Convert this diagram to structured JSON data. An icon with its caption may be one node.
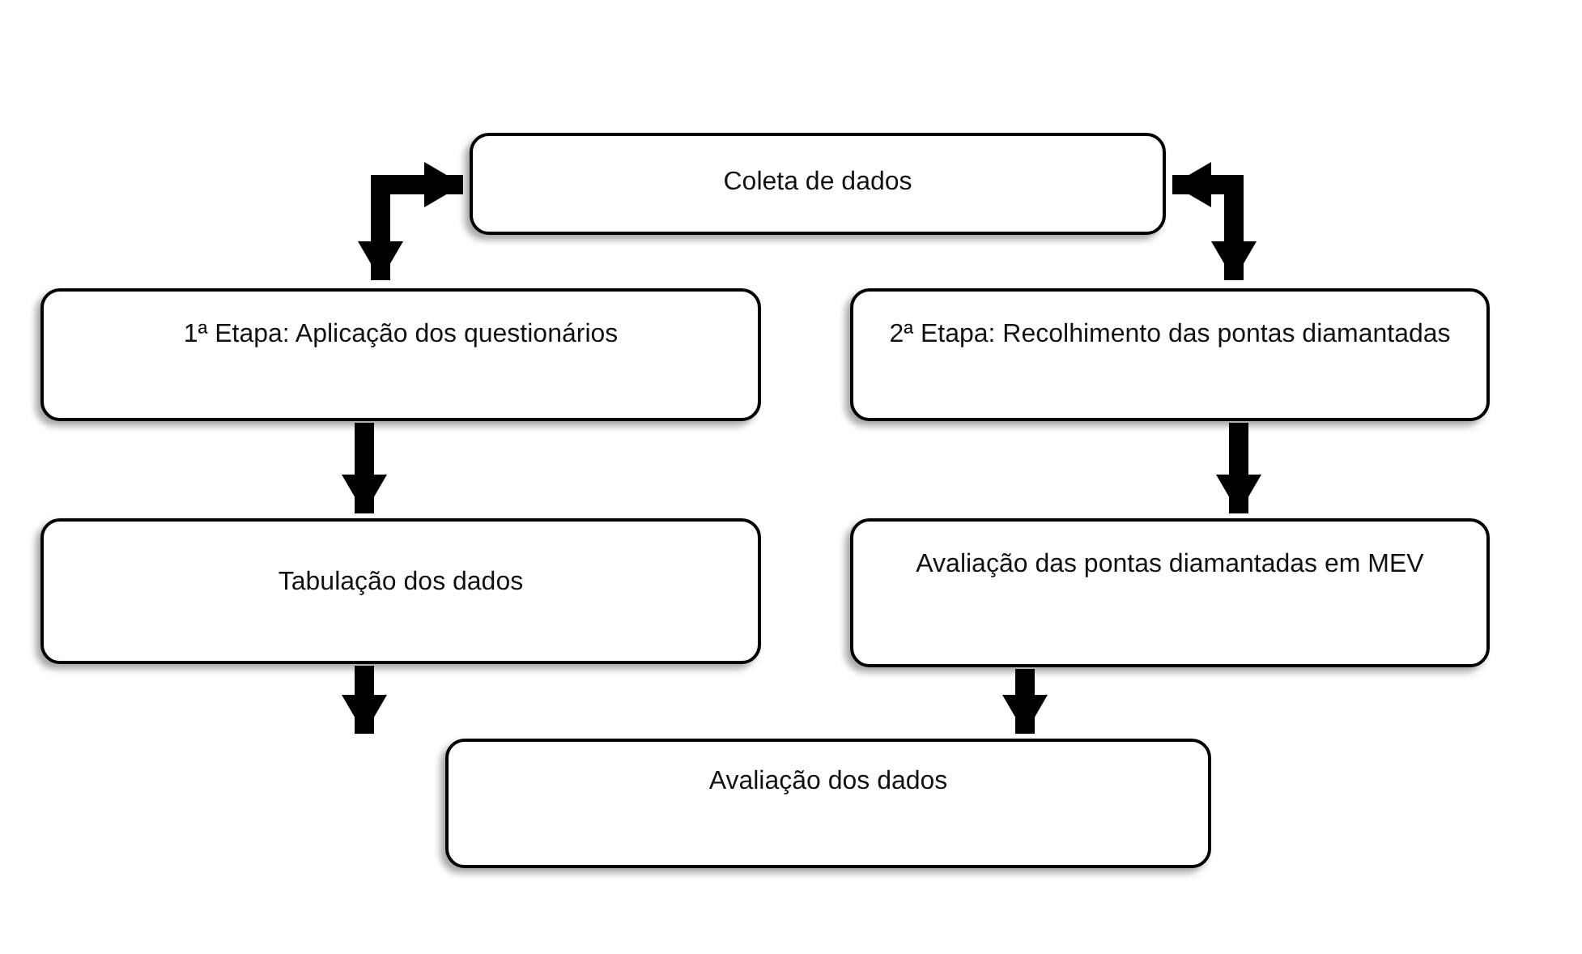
{
  "diagram": {
    "nodes": [
      {
        "text": [
          "Coleta de dados"
        ]
      },
      {
        "text": [
          "1ª Etapa: Aplicação dos questionários"
        ]
      },
      {
        "text": [
          "2ª Etapa: Recolhimento das pontas diamantadas"
        ]
      },
      {
        "text": [
          "Tabulação dos dados"
        ]
      },
      {
        "text": [
          "Avaliação das pontas diamantadas em MEV"
        ]
      },
      {
        "text": [
          "Avaliação dos dados"
        ]
      }
    ],
    "edges": [
      {
        "from": 0,
        "to": 1,
        "arrow": "both"
      },
      {
        "from": 0,
        "to": 2,
        "arrow": "both"
      },
      {
        "from": 1,
        "to": 3,
        "arrow": "to"
      },
      {
        "from": 2,
        "to": 4,
        "arrow": "to"
      },
      {
        "from": 3,
        "to": 5,
        "arrow": "to"
      },
      {
        "from": 4,
        "to": 5,
        "arrow": "to"
      }
    ]
  }
}
